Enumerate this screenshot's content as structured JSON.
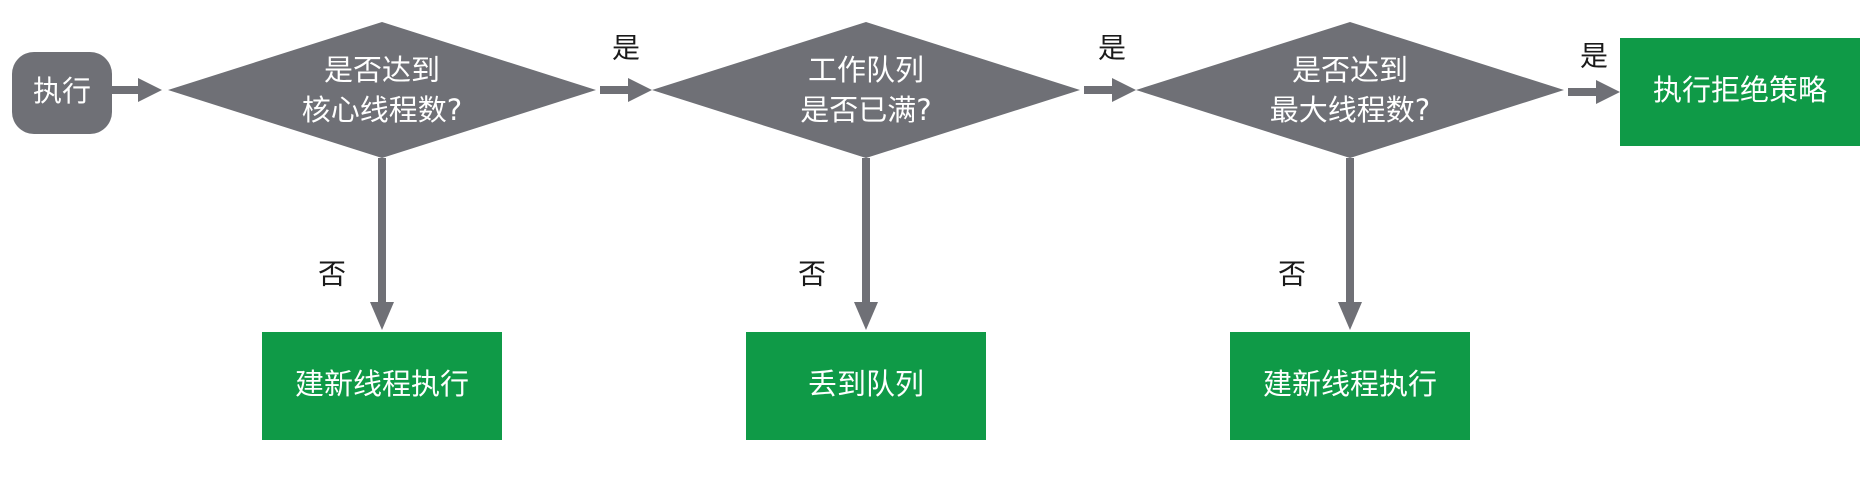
{
  "colors": {
    "decision": "#6f7076",
    "action": "#0f9a47",
    "arrow": "#6f7076",
    "action_text": "#ffffff",
    "label_text": "#1a1a1a"
  },
  "start": {
    "label": "执行"
  },
  "decisions": [
    {
      "line1": "是否达到",
      "line2": "核心线程数?"
    },
    {
      "line1": "工作队列",
      "line2": "是否已满?"
    },
    {
      "line1": "是否达到",
      "line2": "最大线程数?"
    }
  ],
  "actions": [
    {
      "label": "建新线程执行"
    },
    {
      "label": "丢到队列"
    },
    {
      "label": "建新线程执行"
    },
    {
      "label": "执行拒绝策略"
    }
  ],
  "edge_labels": {
    "yes": "是",
    "no": "否"
  }
}
